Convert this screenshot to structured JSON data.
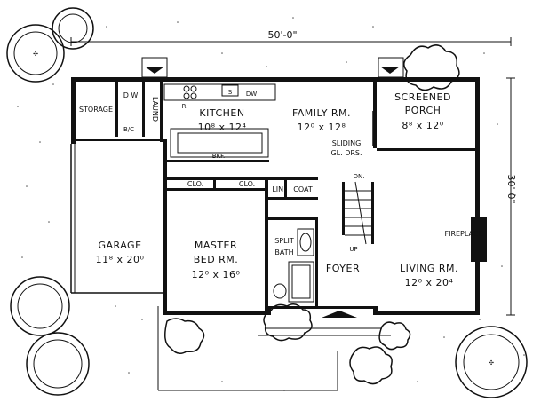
{
  "plan": {
    "width_dimension": "50'-0\"",
    "depth_dimension": "30'-0\"",
    "rooms": {
      "garage": {
        "name": "GARAGE",
        "size": "11⁸ x 20⁰"
      },
      "storage": {
        "name": "STORAGE"
      },
      "laundry": {
        "name": "LAUND"
      },
      "dw": {
        "name": "D W"
      },
      "bc": {
        "name": "B/C"
      },
      "kitchen": {
        "name": "KITCHEN",
        "size": "10⁸ x 12⁴"
      },
      "family": {
        "name": "FAMILY RM.",
        "size": "12⁰ x 12⁸"
      },
      "porch": {
        "name": "SCREENED PORCH",
        "line1": "SCREENED",
        "line2": "PORCH",
        "size": "8⁸ x 12⁰"
      },
      "master": {
        "name": "MASTER BED RM.",
        "line1": "MASTER",
        "line2": "BED RM.",
        "size": "12⁰ x 16⁰"
      },
      "split_bath": {
        "line1": "SPLIT",
        "line2": "BATH"
      },
      "foyer": {
        "name": "FOYER"
      },
      "living": {
        "name": "LIVING RM.",
        "size": "12⁰ x 20⁴"
      }
    },
    "labels": {
      "sliding_doors_1": "SLIDING",
      "sliding_doors_2": "GL. DRS.",
      "fireplace": "FIREPLACE",
      "closet_1": "CLO.",
      "closet_2": "CLO.",
      "linen": "LIN.",
      "coat": "COAT",
      "breakfast": "BKF.",
      "stair_down": "DN.",
      "stair_up": "UP",
      "refrigerator": "R",
      "sink": "S",
      "dishwasher": "DW"
    }
  }
}
